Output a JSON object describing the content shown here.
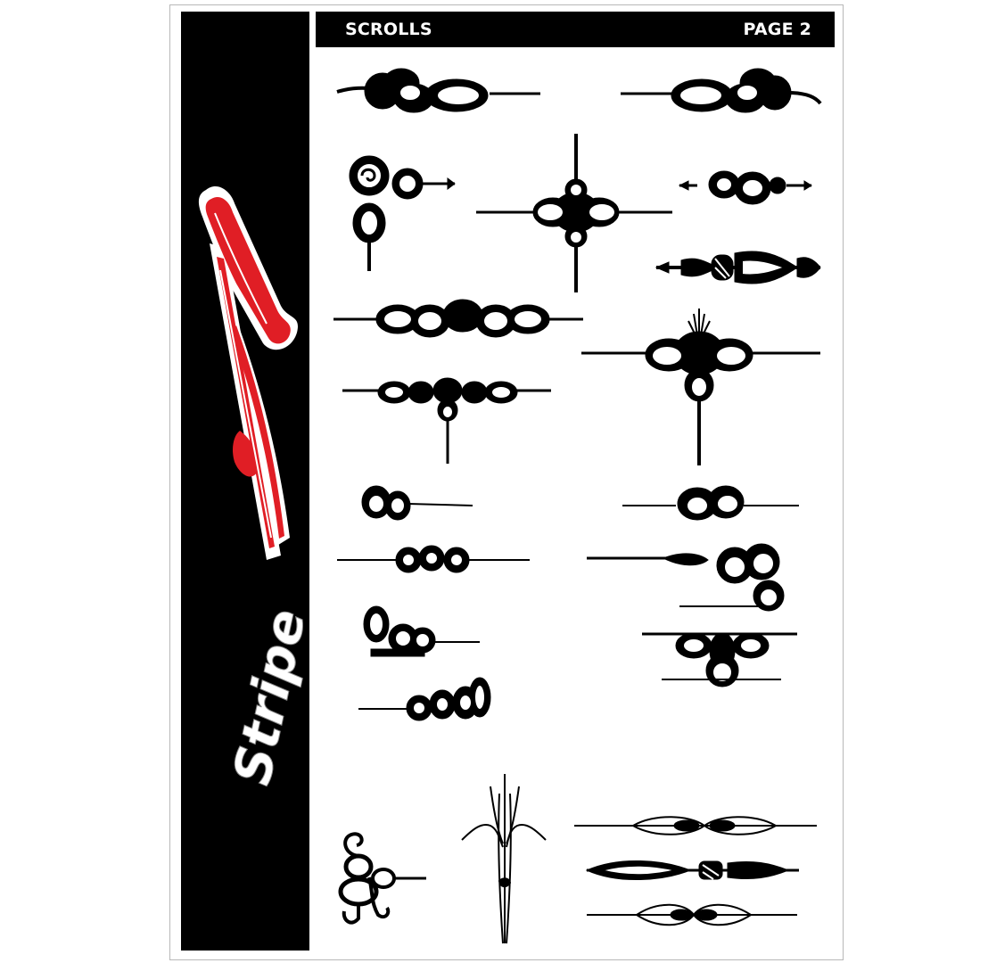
{
  "header": {
    "title": "SCROLLS",
    "page_label": "PAGE 2"
  },
  "logo": {
    "wordmark": "Stripe",
    "icons": [
      "stripe-fx-logo-icon"
    ],
    "colors": {
      "primary": "#e01e25",
      "secondary": "#ffffff",
      "background": "#000000"
    }
  },
  "scrolls": {
    "icons": [
      "cloud-scroll-left-icon",
      "cloud-scroll-right-icon",
      "corner-curl-scroll-icon",
      "cross-scroll-icon",
      "swirl-scroll-small-icon",
      "banded-scroll-icon",
      "triple-cloud-scroll-icon",
      "flourish-cross-scroll-icon",
      "drop-scroll-icon",
      "curl-scroll-1-icon",
      "curl-scroll-2-icon",
      "curl-scroll-3-icon",
      "curl-scroll-4-icon",
      "curl-scroll-5-icon",
      "curl-scroll-6-icon",
      "curl-scroll-7-icon",
      "curl-scroll-8-icon",
      "knot-scroll-icon",
      "pinstripe-spike-icon",
      "diamond-scroll-1-icon",
      "arrow-scroll-icon",
      "diamond-scroll-2-icon"
    ]
  }
}
